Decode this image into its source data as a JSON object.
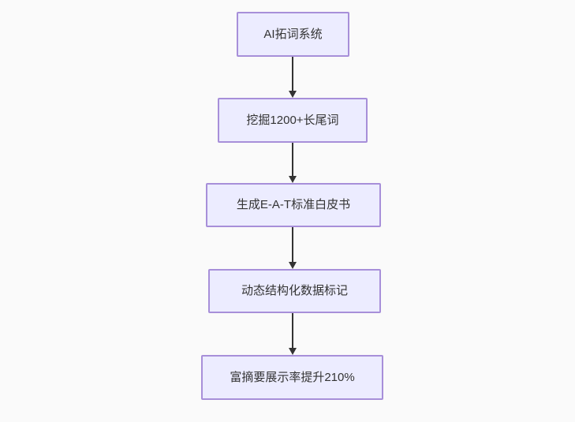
{
  "flowchart": {
    "nodes": [
      {
        "label": "AI拓词系统"
      },
      {
        "label": "挖掘1200+长尾词"
      },
      {
        "label": "生成E-A-T标准白皮书"
      },
      {
        "label": "动态结构化数据标记"
      },
      {
        "label": "富摘要展示率提升210%"
      }
    ],
    "edges": [
      {
        "from": 0,
        "to": 1
      },
      {
        "from": 1,
        "to": 2
      },
      {
        "from": 2,
        "to": 3
      },
      {
        "from": 3,
        "to": 4
      }
    ],
    "colors": {
      "background": "#fafafa",
      "node_fill": "#ECECFF",
      "node_border": "#a78fd9",
      "arrow": "#333333",
      "text": "#333333"
    }
  }
}
